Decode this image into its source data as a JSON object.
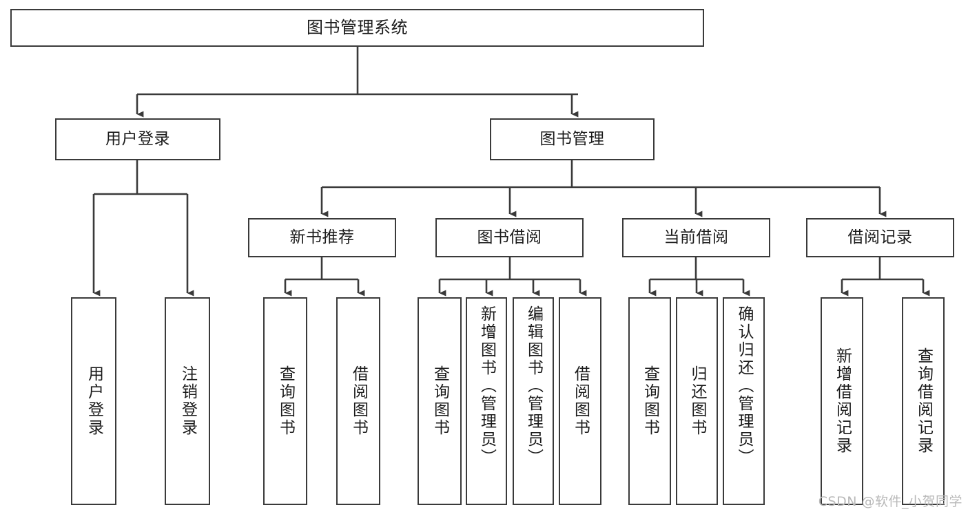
{
  "diagram": {
    "title": "图书管理系统",
    "type": "tree-hierarchy",
    "colors": {
      "stroke": "#3a3a3a",
      "fill": "#ffffff",
      "text": "#1b1b1b",
      "watermark": "#b9b9b9",
      "background": "#ffffff"
    },
    "levels": {
      "root": "图书管理系统",
      "level2": [
        "用户登录",
        "图书管理"
      ],
      "level3": [
        "新书推荐",
        "图书借阅",
        "当前借阅",
        "借阅记录"
      ]
    },
    "nodes": {
      "root": {
        "label": "图书管理系统"
      },
      "user_login": {
        "label": "用户登录"
      },
      "book_manage": {
        "label": "图书管理"
      },
      "new_book_rec": {
        "label": "新书推荐"
      },
      "book_borrow": {
        "label": "图书借阅"
      },
      "current_borrow": {
        "label": "当前借阅"
      },
      "borrow_record": {
        "label": "借阅记录"
      },
      "leaf_user_login": {
        "label": "用户登录"
      },
      "leaf_logout": {
        "label": "注销登录"
      },
      "leaf_query_book_a": {
        "label": "查询图书"
      },
      "leaf_borrow_book_a": {
        "label": "借阅图书"
      },
      "leaf_query_book_b": {
        "label": "查询图书"
      },
      "leaf_add_book": {
        "label": "新增图书（管理员）"
      },
      "leaf_edit_book": {
        "label": "编辑图书（管理员）"
      },
      "leaf_borrow_book_b": {
        "label": "借阅图书"
      },
      "leaf_query_book_c": {
        "label": "查询图书"
      },
      "leaf_return_book": {
        "label": "归还图书"
      },
      "leaf_confirm_return": {
        "label": "确认归还（管理员）"
      },
      "leaf_add_record": {
        "label": "新增借阅记录"
      },
      "leaf_query_record": {
        "label": "查询借阅记录"
      }
    },
    "watermark": "CSDN @软件_小贺同学"
  }
}
